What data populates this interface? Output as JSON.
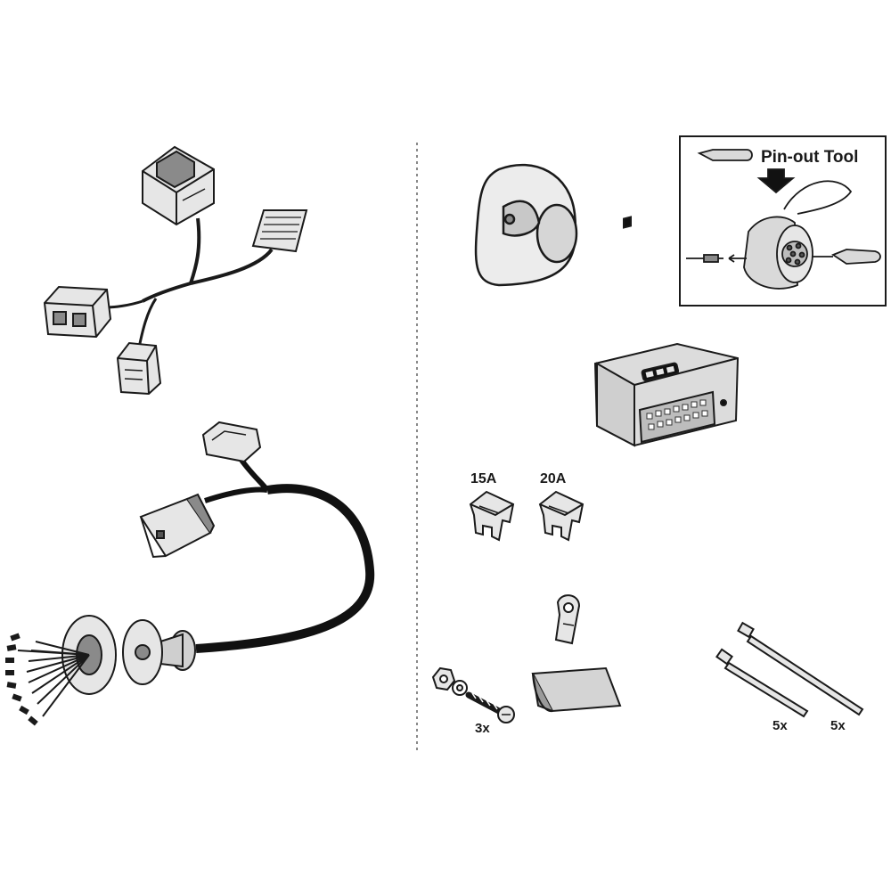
{
  "labels": {
    "pinout_tool": "Pin-out Tool",
    "fuse_15a": "15A",
    "fuse_20a": "20A",
    "screws_qty": "3x",
    "tie_short_qty": "5x",
    "tie_long_qty": "5x"
  },
  "colors": {
    "line": "#1a1a1a",
    "connector_fill": "#e6e6e6",
    "connector_dark": "#8a8a8a",
    "cable": "#111111",
    "divider": "#888888"
  },
  "icons": [
    "wiring-harness-icon",
    "tow-bar-harness-icon",
    "socket-icon",
    "pinout-tool-icon",
    "control-module-icon",
    "fuse-icon",
    "screw-kit-icon",
    "ring-terminal-icon",
    "adhesive-pad-icon",
    "cable-tie-icon"
  ]
}
